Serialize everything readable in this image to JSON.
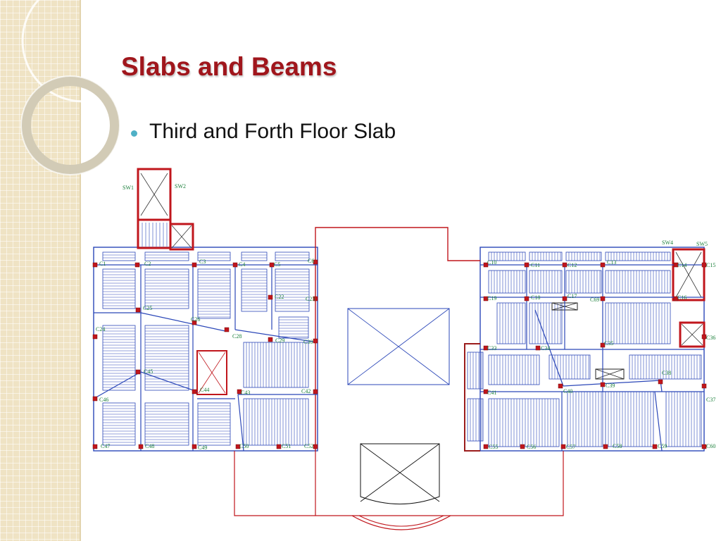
{
  "slide": {
    "title": "Slabs and Beams",
    "bullets": [
      {
        "text": "Third and Forth Floor Slab"
      }
    ]
  },
  "theme": {
    "title_color": "#a0161c",
    "bullet_color": "#4fb0c6",
    "band_color": "#efe3c4",
    "beam_color": "#2b47b8",
    "outline_color": "#c0161c",
    "column_color": "#c0161c",
    "label_color": "#1a7f3a"
  },
  "diagram": {
    "labels": {
      "columns": [
        "C1",
        "C2",
        "C3",
        "C4",
        "C5",
        "C6",
        "C10",
        "C11",
        "C12",
        "C13",
        "C14",
        "C15",
        "C16",
        "C17",
        "C18",
        "C19",
        "C22",
        "C23",
        "C24",
        "C25",
        "C26",
        "C28",
        "C29",
        "C30",
        "C33",
        "C34",
        "C35",
        "C36",
        "C37",
        "C38",
        "C39",
        "C40",
        "C41",
        "C42",
        "C43",
        "C44",
        "C45",
        "C46",
        "C47",
        "C48",
        "C49",
        "C50",
        "C51",
        "C52",
        "C55",
        "C56",
        "C57",
        "C58",
        "C59",
        "C60",
        "C69"
      ],
      "shear_walls": [
        "SW1",
        "SW2",
        "SW4",
        "SW5"
      ]
    }
  }
}
